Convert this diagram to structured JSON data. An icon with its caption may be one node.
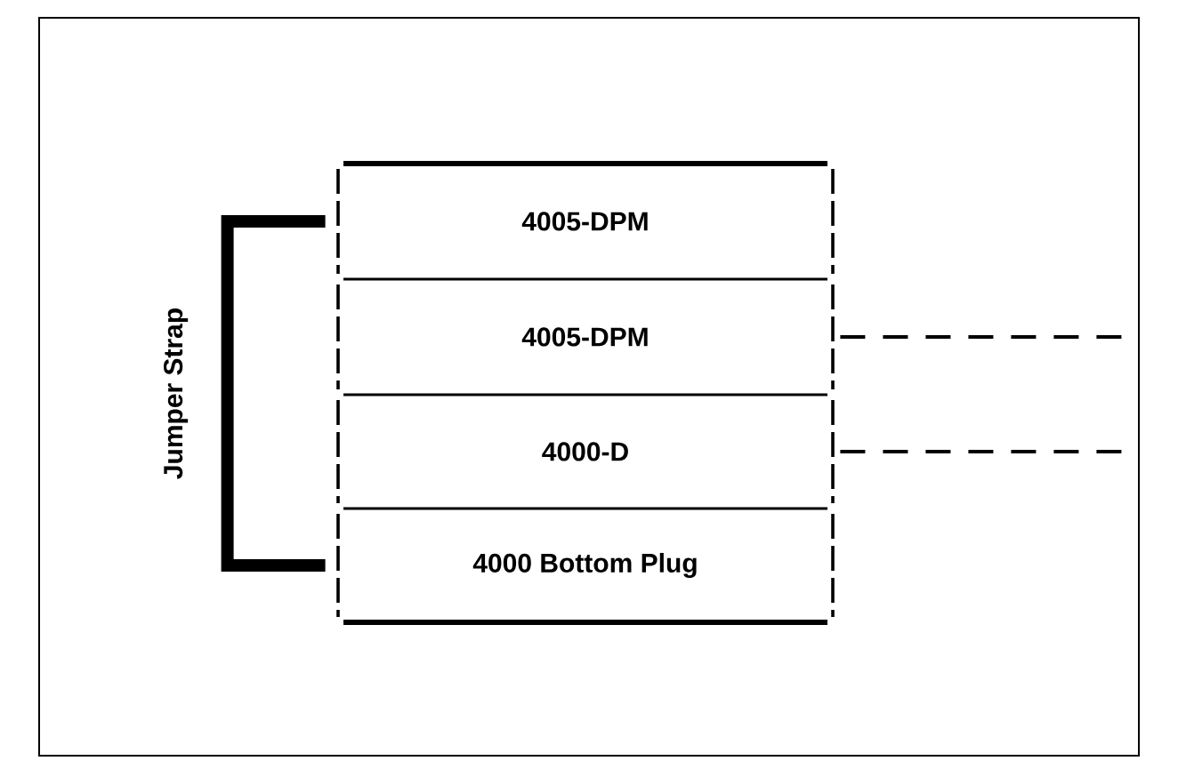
{
  "diagram": {
    "nodes": [
      {
        "text": [
          "4005-DPM"
        ]
      },
      {
        "text": [
          "4005-DPM"
        ]
      },
      {
        "text": [
          "4000-D"
        ]
      },
      {
        "text": [
          "4000 Bottom Plug"
        ]
      }
    ],
    "edges": [
      {
        "from": 0,
        "to": 3,
        "arrow": "none",
        "style": "thick",
        "label": "Jumper Strap"
      },
      {
        "from": 1,
        "to": null,
        "arrow": "none",
        "style": "dashed"
      },
      {
        "from": 2,
        "to": null,
        "arrow": "none",
        "style": "dashed"
      }
    ]
  }
}
